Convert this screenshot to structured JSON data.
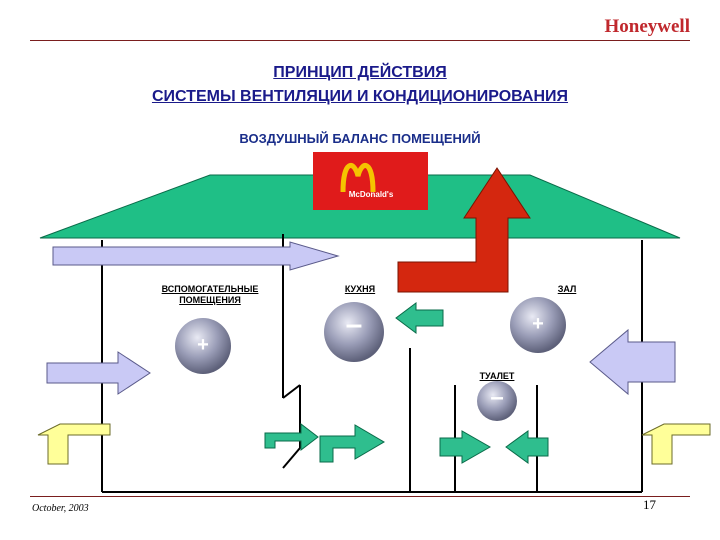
{
  "header": {
    "brand": "Honeywell"
  },
  "title": {
    "line1": "ПРИНЦИП ДЕЙСТВИЯ",
    "line2": "СИСТЕМЫ ВЕНТИЛЯЦИИ И КОНДИЦИОНИРОВАНИЯ"
  },
  "subtitle": "ВОЗДУШНЫЙ БАЛАНС ПОМЕЩЕНИЙ",
  "logo": {
    "text": "McDonald's"
  },
  "rooms": {
    "aux_line1": "ВСПОМОГАТЕЛЬНЫЕ",
    "aux_line2": "ПОМЕЩЕНИЯ",
    "kitchen": "КУХНЯ",
    "hall": "ЗАЛ",
    "toilet": "ТУАЛЕТ"
  },
  "pressure_signs": {
    "positive": "+",
    "negative": "–"
  },
  "footer": {
    "date": "October, 2003",
    "page": "17"
  },
  "colors": {
    "roof": "#1fbf86",
    "logo_bg": "#e01b1b",
    "logo_arch": "#f5c400",
    "exhaust_arrow": "#d4270f",
    "supply_arrow": "#c9c9f5",
    "transfer_arrow": "#2fbe8e",
    "fresh_air_arrow": "#ffff99"
  },
  "icons": [
    "mcdonalds-logo",
    "plus-sign",
    "minus-sign"
  ]
}
